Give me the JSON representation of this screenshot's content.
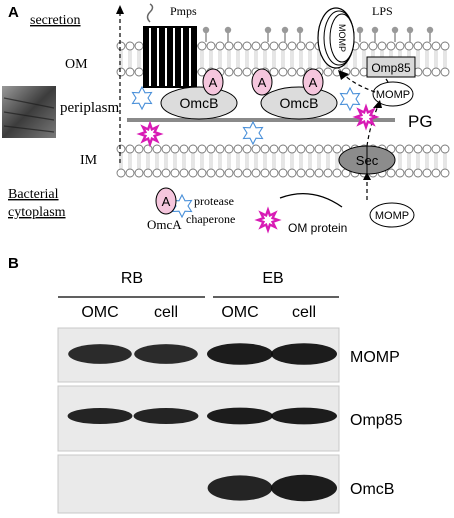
{
  "panel_a": {
    "letter": "A",
    "labels": {
      "secretion": "secretion",
      "pmps": "Pmps",
      "lps": "LPS",
      "om": "OM",
      "periplasm": "periplasm",
      "pg": "PG",
      "im": "IM",
      "cytoplasm_line1": "Bacterial",
      "cytoplasm_line2": "cytoplasm"
    },
    "proteins": {
      "omcb": "OmcB",
      "omca_letter": "A",
      "momp": "MOMP",
      "omp85": "Omp85",
      "sec": "Sec"
    },
    "legend": {
      "omca_letter": "A",
      "omca": "OmcA",
      "protease": "protease",
      "chaperone": "chaperone",
      "om_protein": "OM protein",
      "momp": "MOMP"
    },
    "colors": {
      "omca_fill": "#f5c6dd",
      "omcb_fill": "#dcdcdc",
      "pg_line": "#8a8a8a",
      "chaperone_star": "#4a90d9",
      "protease_star": "#d81bb5",
      "sec_fill": "#8c8c8c",
      "omp85_fill": "#d9d9d9",
      "pmps_fill": "#000000"
    },
    "icons": [
      "pmps-barrel-icon",
      "lps-lollipop-icon",
      "chaperone-star-icon",
      "protease-star-icon",
      "om-protein-curve-icon",
      "em-micrograph-icon"
    ]
  },
  "panel_b": {
    "letter": "B",
    "groups": [
      {
        "label": "RB",
        "lanes": [
          "OMC",
          "cell"
        ]
      },
      {
        "label": "EB",
        "lanes": [
          "OMC",
          "cell"
        ]
      }
    ],
    "rows": [
      {
        "label": "MOMP",
        "band_intensity": [
          0.8,
          0.8,
          1.0,
          1.0
        ]
      },
      {
        "label": "Omp85",
        "band_intensity": [
          0.9,
          0.9,
          1.0,
          1.0
        ]
      },
      {
        "label": "OmcB",
        "band_intensity": [
          0.0,
          0.0,
          0.9,
          1.0
        ]
      }
    ]
  }
}
